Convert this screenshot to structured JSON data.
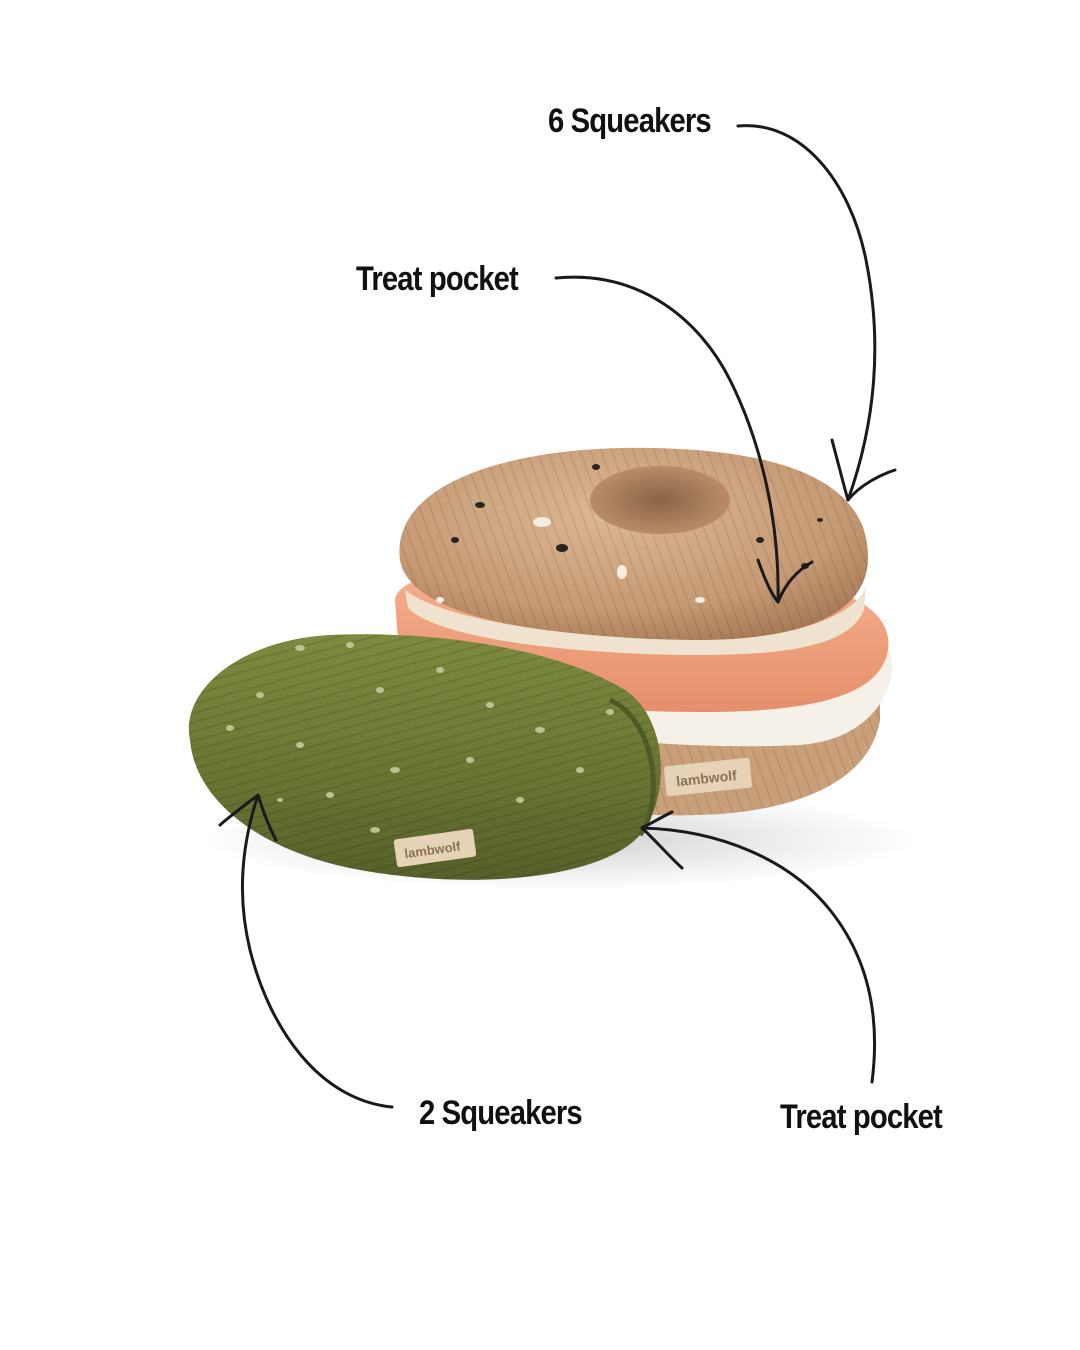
{
  "annotations": {
    "bagel_squeakers": "6 Squeakers",
    "bagel_treat_pocket": "Treat pocket",
    "pickle_squeakers": "2 Squeakers",
    "pickle_treat_pocket": "Treat pocket"
  },
  "product_tags": {
    "bagel_tag": "lambwolf",
    "pickle_tag": "lambwolf"
  },
  "colors": {
    "background": "#ffffff",
    "label_text": "#111111",
    "arrow": "#1a1a1a",
    "bagel_crust": "#c9a27e",
    "bagel_cream": "#efe3cf",
    "salmon": "#f0a07e",
    "cream_cheese": "#f6f1e8",
    "pickle_green": "#6d7a34",
    "tag_beige": "#e6d2b6"
  },
  "icons": [
    "hand-drawn-arrow"
  ]
}
